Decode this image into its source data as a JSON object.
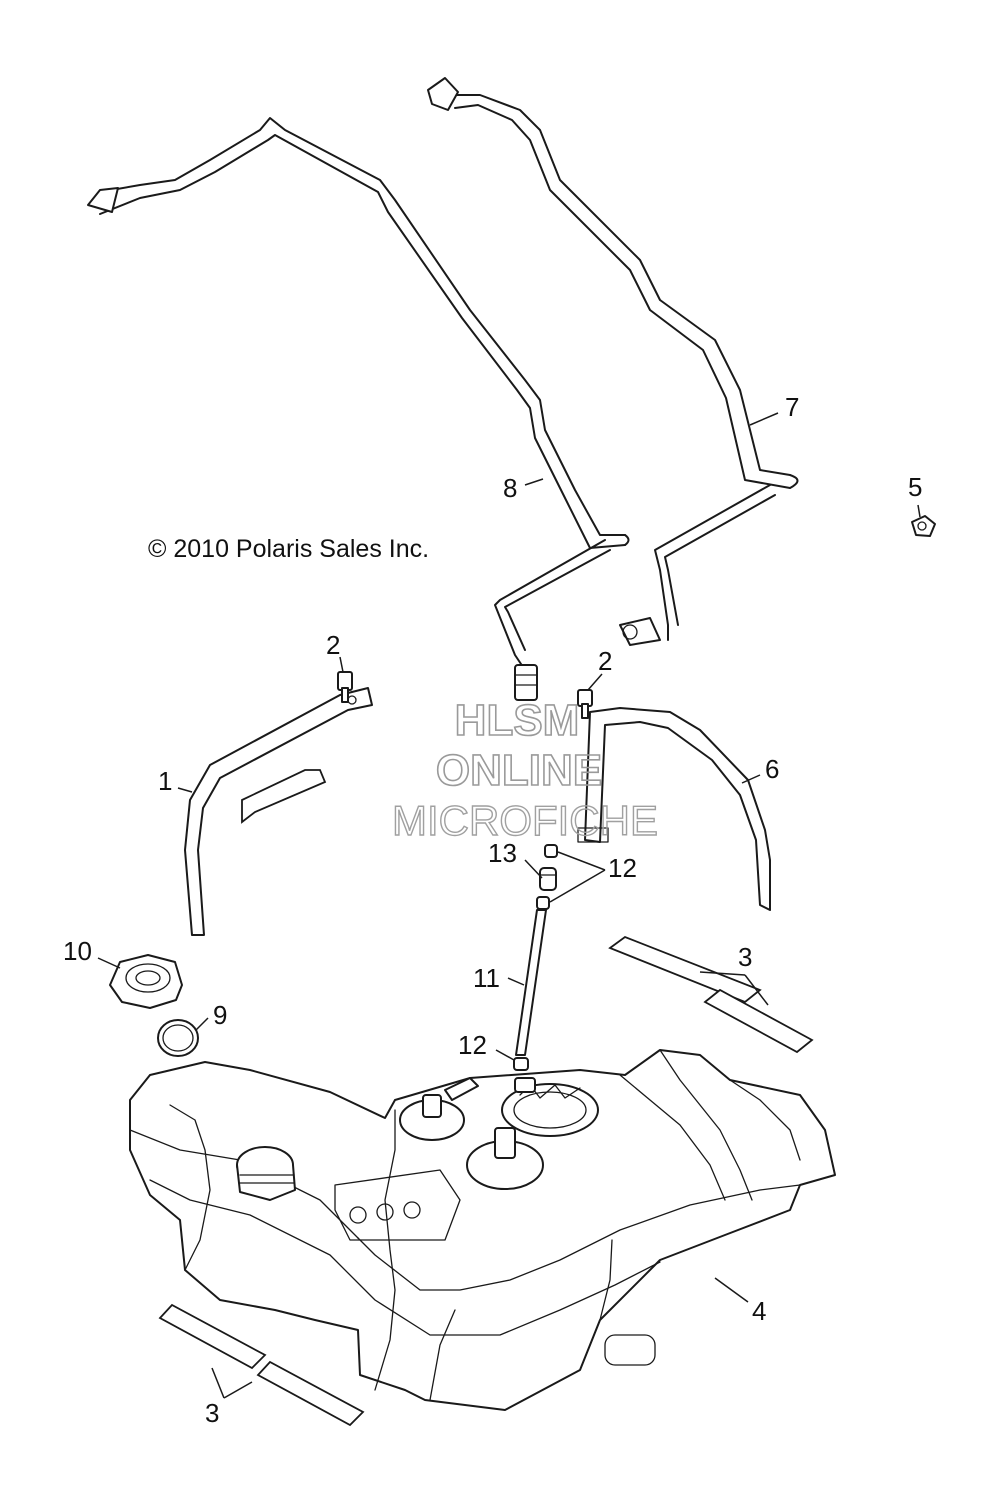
{
  "copyright": "© 2010 Polaris Sales Inc.",
  "watermark": {
    "line1": "HLSM",
    "line2": "ONLINE",
    "line3": "MICROFICHE"
  },
  "callouts": {
    "c1": "1",
    "c2a": "2",
    "c2b": "2",
    "c3a": "3",
    "c3b": "3",
    "c4": "4",
    "c5": "5",
    "c6": "6",
    "c7": "7",
    "c8": "8",
    "c9": "9",
    "c10": "10",
    "c11": "11",
    "c12a": "12",
    "c12b": "12",
    "c13": "13"
  }
}
